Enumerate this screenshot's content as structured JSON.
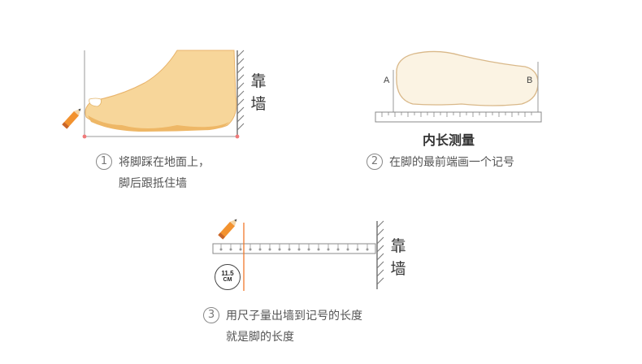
{
  "wall_label": [
    "靠",
    "墙"
  ],
  "diagram2": {
    "point_a": "A",
    "point_b": "B",
    "title": "内长测量"
  },
  "steps": [
    {
      "num": "1",
      "line1": "将脚踩在地面上，",
      "line2": "脚后跟抵住墙"
    },
    {
      "num": "2",
      "line1": "在脚的最前端画一个记号"
    },
    {
      "num": "3",
      "line1": "用尺子量出墙到记号的长度",
      "line2": "就是脚的长度"
    }
  ],
  "ruler_badge": {
    "value": "11.5",
    "unit": "CM"
  },
  "colors": {
    "foot_fill": "#f7d69a",
    "foot_sole": "#eeb766",
    "insole_fill": "#fbf3e3",
    "insole_stroke": "#d9b889",
    "marker_line": "#f07a2c",
    "pencil_body": "#f2922f"
  }
}
